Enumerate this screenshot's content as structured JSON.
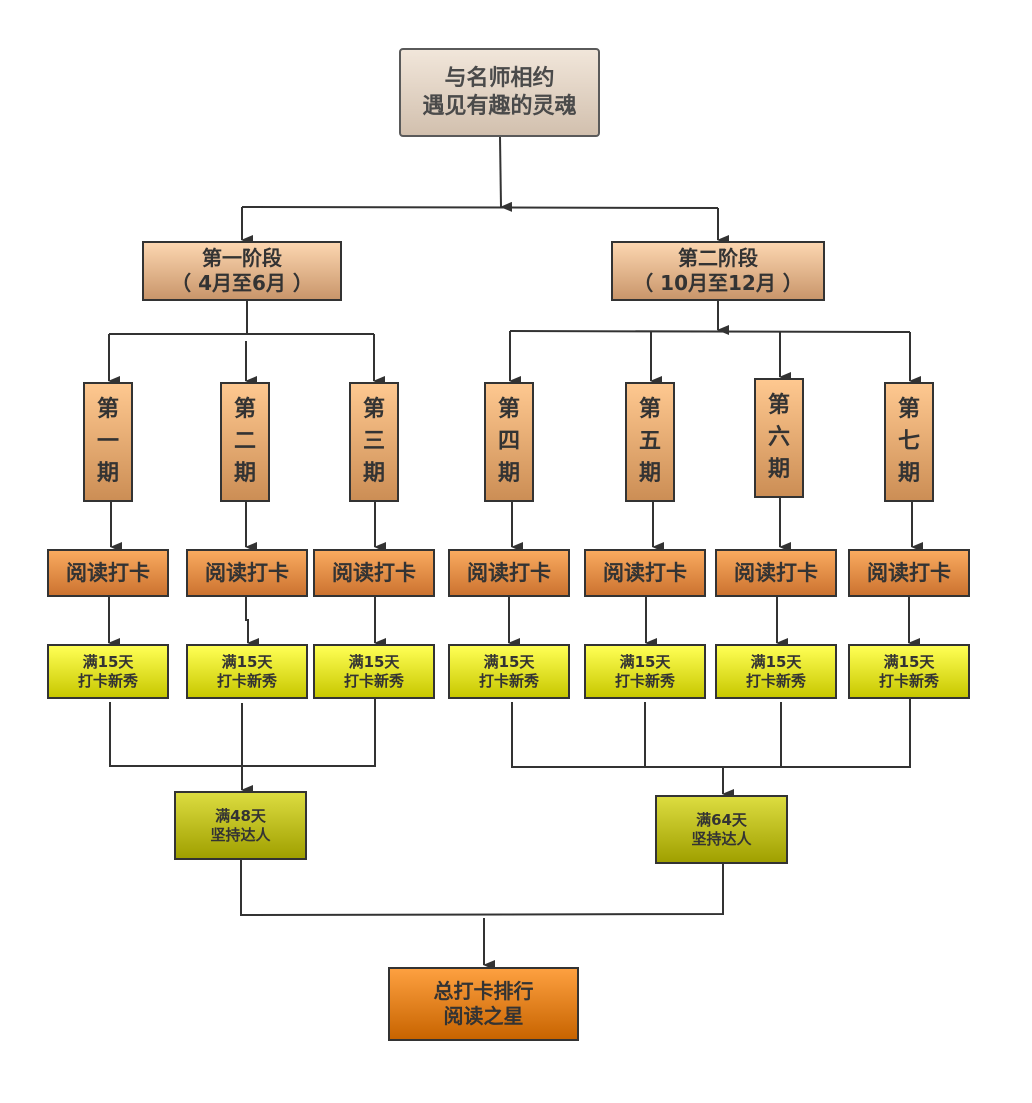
{
  "diagram": {
    "root": {
      "line1": "与名师相约",
      "line2": "遇见有趣的灵魂"
    },
    "phases": [
      {
        "title": "第一阶段",
        "range": "（ 4月至6月 ）"
      },
      {
        "title": "第二阶段",
        "range": "（ 10月至12月 ）"
      }
    ],
    "periods": [
      {
        "chars": [
          "第",
          "一",
          "期"
        ]
      },
      {
        "chars": [
          "第",
          "二",
          "期"
        ]
      },
      {
        "chars": [
          "第",
          "三",
          "期"
        ]
      },
      {
        "chars": [
          "第",
          "四",
          "期"
        ]
      },
      {
        "chars": [
          "第",
          "五",
          "期"
        ]
      },
      {
        "chars": [
          "第",
          "六",
          "期"
        ]
      },
      {
        "chars": [
          "第",
          "七",
          "期"
        ]
      }
    ],
    "checkin_label": "阅读打卡",
    "badge15": {
      "line1": "满15天",
      "line2": "打卡新秀"
    },
    "badge48": {
      "line1": "满48天",
      "line2": "坚持达人"
    },
    "badge64": {
      "line1": "满64天",
      "line2": "坚持达人"
    },
    "final": {
      "line1": "总打卡排行",
      "line2": "阅读之星"
    },
    "colors": {
      "root_fill": "#e2d3c3",
      "phase_fill": "#e8b58a",
      "period_fill": "#e8ab70",
      "checkin_fill": "#e38d45",
      "badge15_fill": "#eeee22",
      "badge_long_fill": "#bebe20",
      "final_fill": "#e88020",
      "line": "#333333"
    }
  }
}
